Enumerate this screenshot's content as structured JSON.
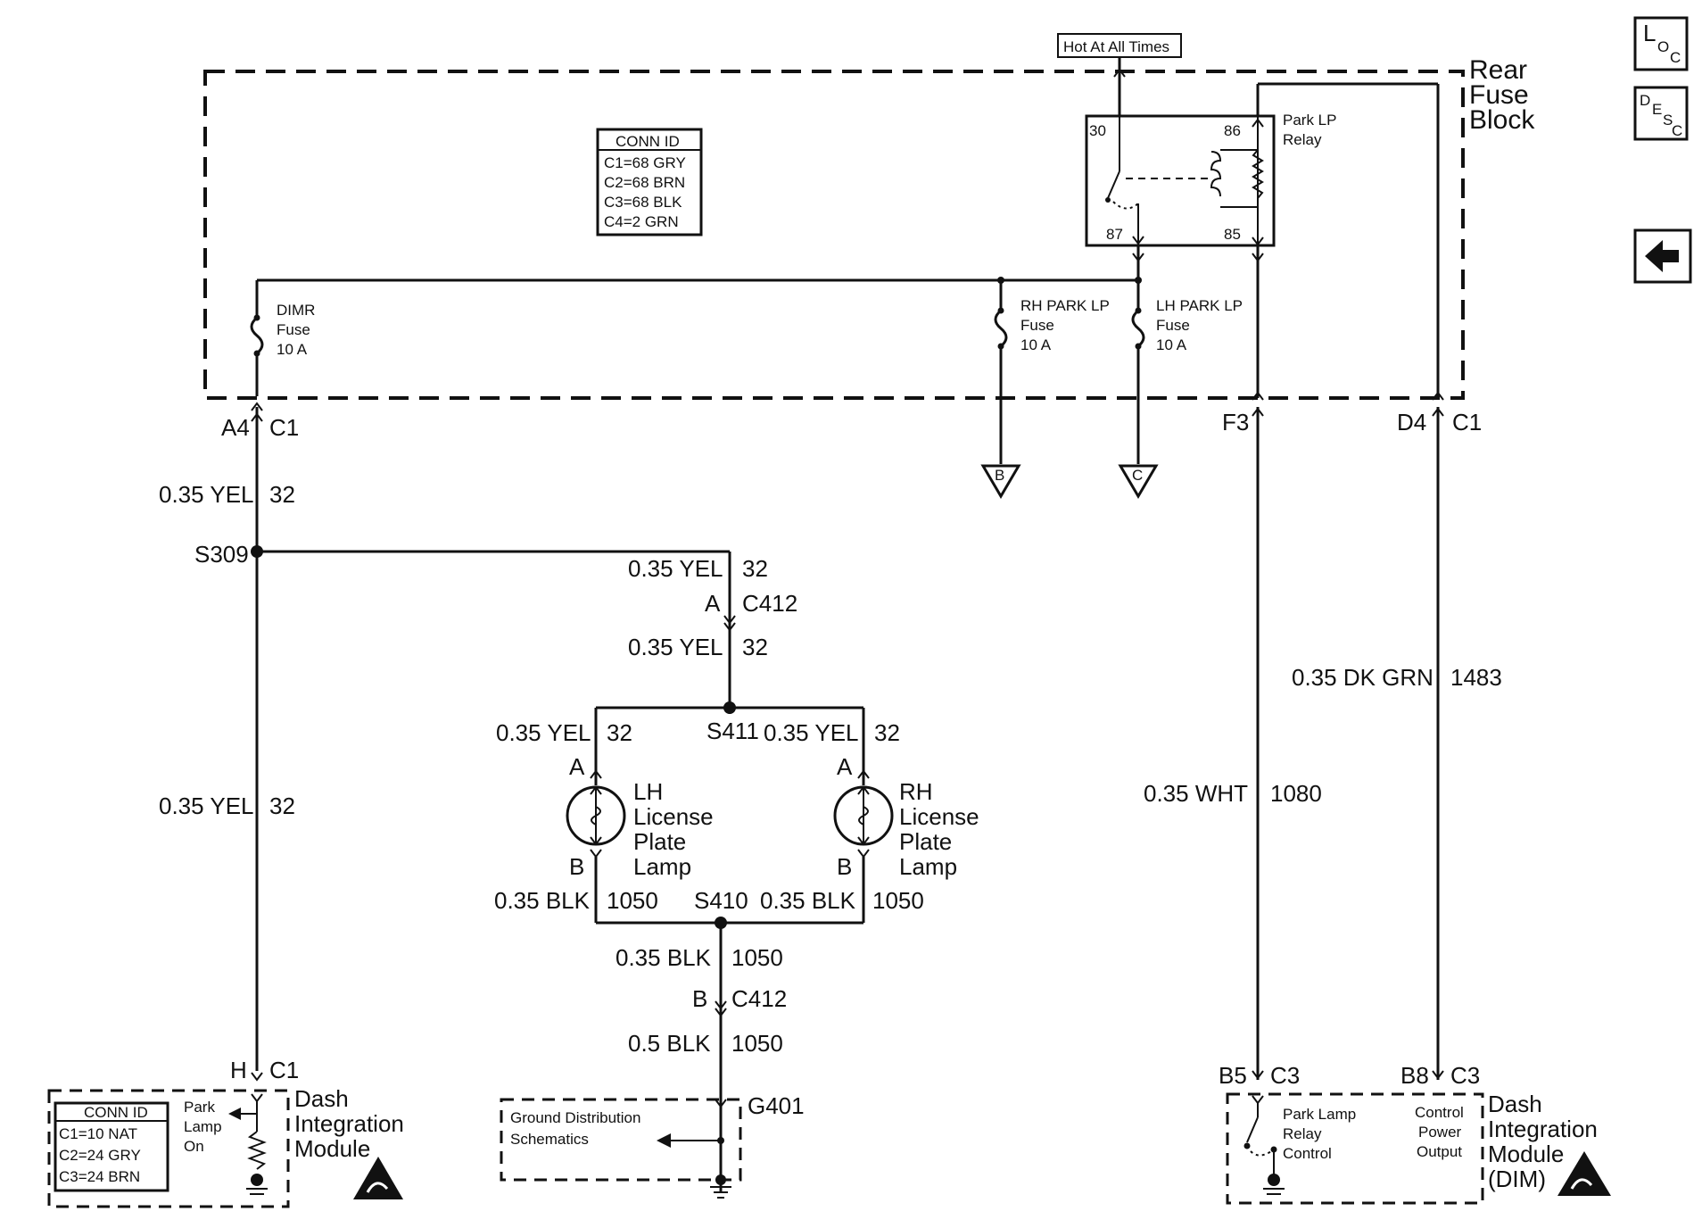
{
  "nav": {
    "loc": {
      "main": "L",
      "sub": "O",
      "sub2": "C"
    },
    "desc": {
      "main": "D",
      "sub": "E",
      "sub2": "S",
      "sub3": "C"
    },
    "back_icon": "left-arrow-icon"
  },
  "rear_fuse_block": {
    "title_line1": "Rear",
    "title_line2": "Fuse",
    "title_line3": "Block",
    "hot_label": "Hot At All Times",
    "conn_id": {
      "header": "CONN ID",
      "rows": [
        "C1=68 GRY",
        "C2=68 BRN",
        "C3=68 BLK",
        "C4=2 GRN"
      ]
    },
    "relay": {
      "name_line1": "Park LP",
      "name_line2": "Relay",
      "pins": {
        "p30": "30",
        "p86": "86",
        "p87": "87",
        "p85": "85"
      }
    },
    "fuses": [
      {
        "line1": "DIMR",
        "line2": "Fuse",
        "line3": "10 A"
      },
      {
        "line1": "RH PARK LP",
        "line2": "Fuse",
        "line3": "10 A"
      },
      {
        "line1": "LH PARK LP",
        "line2": "Fuse",
        "line3": "10 A"
      }
    ],
    "refs": {
      "b": "B",
      "c": "C"
    }
  },
  "connectors": {
    "a4": "A4",
    "c1_left": "C1",
    "f3": "F3",
    "d4": "D4",
    "c1_right": "C1",
    "a_c412": "A",
    "c412_top": "C412",
    "b_c412": "B",
    "c412_bottom": "C412",
    "h": "H",
    "c1_bottom": "C1",
    "b5": "B5",
    "c3_a": "C3",
    "b8": "B8",
    "c3_b": "C3",
    "lamp_a_left": "A",
    "lamp_b_left": "B",
    "lamp_a_right": "A",
    "lamp_b_right": "B"
  },
  "splices": {
    "s309": "S309",
    "s411": "S411",
    "s410": "S410",
    "g401": "G401"
  },
  "wires": {
    "yel1": {
      "gauge": "0.35 YEL",
      "circuit": "32"
    },
    "yel2": {
      "gauge": "0.35 YEL",
      "circuit": "32"
    },
    "yel3": {
      "gauge": "0.35 YEL",
      "circuit": "32"
    },
    "yel4": {
      "gauge": "0.35 YEL",
      "circuit": "32"
    },
    "yel5": {
      "gauge": "0.35 YEL",
      "circuit": "32"
    },
    "yel6": {
      "gauge": "0.35 YEL",
      "circuit": "32"
    },
    "blk1": {
      "gauge": "0.35 BLK",
      "circuit": "1050"
    },
    "blk2": {
      "gauge": "0.35 BLK",
      "circuit": "1050"
    },
    "blk3": {
      "gauge": "0.35 BLK",
      "circuit": "1050"
    },
    "blk4": {
      "gauge": "0.5 BLK",
      "circuit": "1050"
    },
    "grn": {
      "gauge": "0.35 DK GRN",
      "circuit": "1483"
    },
    "wht": {
      "gauge": "0.35 WHT",
      "circuit": "1080"
    }
  },
  "lamps": {
    "lh": {
      "line1": "LH",
      "line2": "License",
      "line3": "Plate",
      "line4": "Lamp"
    },
    "rh": {
      "line1": "RH",
      "line2": "License",
      "line3": "Plate",
      "line4": "Lamp"
    }
  },
  "dim_left": {
    "title_line1": "Dash",
    "title_line2": "Integration",
    "title_line3": "Module",
    "conn_id": {
      "header": "CONN ID",
      "rows": [
        "C1=10 NAT",
        "C2=24 GRY",
        "C3=24 BRN"
      ]
    },
    "input_line1": "Park",
    "input_line2": "Lamp",
    "input_line3": "On"
  },
  "ground_box": {
    "line1": "Ground Distribution",
    "line2": "Schematics"
  },
  "dim_right": {
    "title_line1": "Dash",
    "title_line2": "Integration",
    "title_line3": "Module",
    "title_line4": "(DIM)",
    "relay_ctrl_line1": "Park Lamp",
    "relay_ctrl_line2": "Relay",
    "relay_ctrl_line3": "Control",
    "power_line1": "Control",
    "power_line2": "Power",
    "power_line3": "Output"
  }
}
